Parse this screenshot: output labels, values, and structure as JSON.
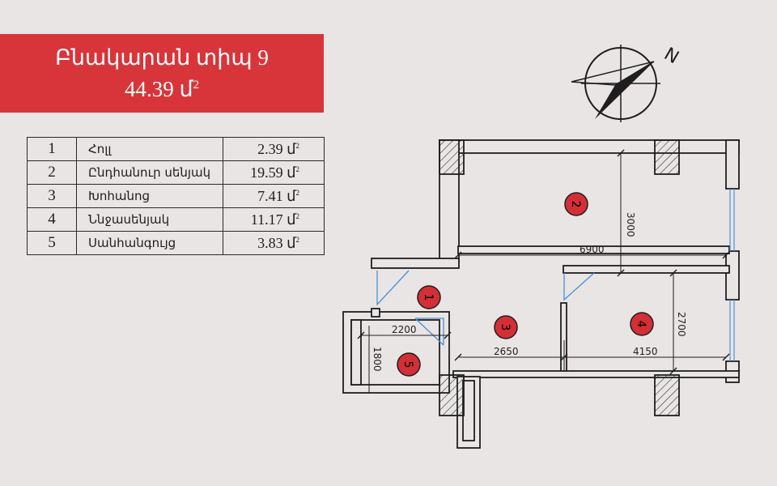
{
  "header": {
    "title": "Բնակարան տիպ 9",
    "area": "44.39 մ",
    "area_sup": "2"
  },
  "rooms": [
    {
      "num": "1",
      "name": "Հոլլ",
      "area": "2.39 մ",
      "sup": "2"
    },
    {
      "num": "2",
      "name": "Ընդհանուր սենյակ",
      "area": "19.59 մ",
      "sup": "2"
    },
    {
      "num": "3",
      "name": "Խոհանոց",
      "area": "7.41 մ",
      "sup": "2"
    },
    {
      "num": "4",
      "name": "Ննջասենյակ",
      "area": "11.17 մ",
      "sup": "2"
    },
    {
      "num": "5",
      "name": "Սանհանգույց",
      "area": "3.83 մ",
      "sup": "2"
    }
  ],
  "compass": {
    "label": "N",
    "icon": "north-arrow-icon"
  },
  "plan": {
    "room_markers": [
      "1",
      "2",
      "3",
      "4",
      "5"
    ],
    "dimensions": {
      "living_height": "3000",
      "total_width": "6900",
      "bedroom_height": "2700",
      "bathroom_width": "2200",
      "bathroom_height": "1800",
      "kitchen_width": "2650",
      "bedroom_width": "4150"
    }
  },
  "colors": {
    "accent": "#d8353a",
    "marker": "#d32f36",
    "door": "#4a90d9",
    "background": "#e9e5e4"
  }
}
